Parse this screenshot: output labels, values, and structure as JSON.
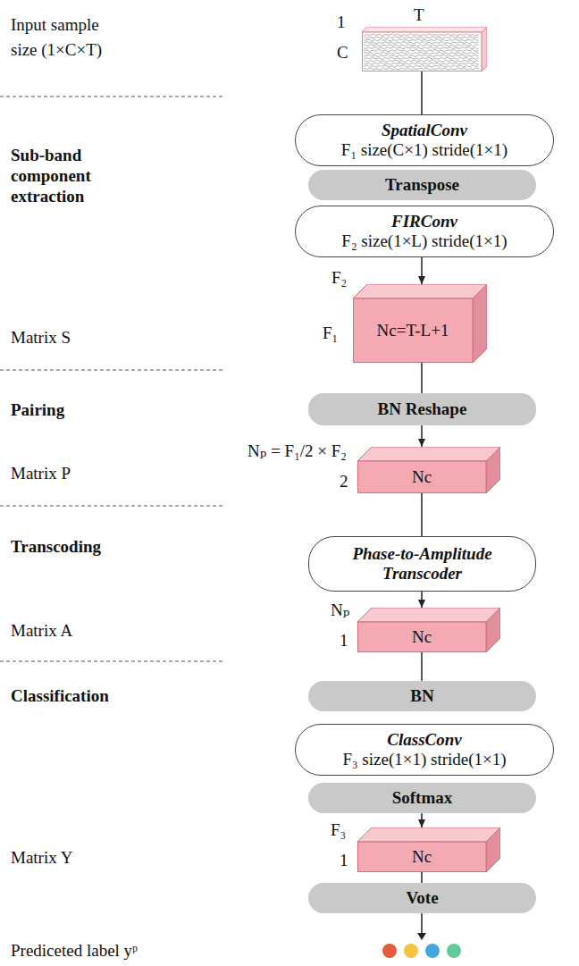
{
  "diagram": {
    "nodes": [
      {
        "text": [
          "1",
          "T",
          "C"
        ]
      },
      {
        "text": [
          "SpatialConv",
          "F₁ size(C×1) stride(1×1)"
        ]
      },
      {
        "text": [
          "Transpose"
        ]
      },
      {
        "text": [
          "FIRConv",
          "F₂ size(1×L) stride(1×1)"
        ]
      },
      {
        "text": [
          "F₂",
          "F₁",
          "Nc=T-L+1"
        ]
      },
      {
        "text": [
          "BN Reshape"
        ]
      },
      {
        "text": [
          "Nₚ = F₁/2 × F₂",
          "2",
          "Nc"
        ]
      },
      {
        "text": [
          "Phase-to-Amplitude Transcoder"
        ]
      },
      {
        "text": [
          "Nₚ",
          "1",
          "Nc"
        ]
      },
      {
        "text": [
          "BN"
        ]
      },
      {
        "text": [
          "ClassConv",
          "F₃ size(1×1) stride(1×1)"
        ]
      },
      {
        "text": [
          "Softmax"
        ]
      },
      {
        "text": [
          "F₃",
          "1",
          "Nc"
        ]
      },
      {
        "text": [
          "Vote"
        ]
      }
    ],
    "edges": [
      {
        "from": 0,
        "to": 1,
        "arrow": "none"
      },
      {
        "from": 3,
        "to": 4,
        "arrow": "to"
      },
      {
        "from": 4,
        "to": 5,
        "arrow": "none"
      },
      {
        "from": 5,
        "to": 6,
        "arrow": "to"
      },
      {
        "from": 6,
        "to": 7,
        "arrow": "none"
      },
      {
        "from": 7,
        "to": 8,
        "arrow": "to"
      },
      {
        "from": 8,
        "to": 9,
        "arrow": "none"
      },
      {
        "from": 11,
        "to": 12,
        "arrow": "to"
      },
      {
        "from": 12,
        "to": 13,
        "arrow": "none"
      }
    ],
    "labels": [
      "Input sample size (1×C×T)",
      "Sub-band component extraction",
      "Matrix S",
      "Pairing",
      "Matrix P",
      "Transcoding",
      "Matrix A",
      "Classification",
      "Matrix Y",
      "Prediceted label yᵖ"
    ]
  }
}
